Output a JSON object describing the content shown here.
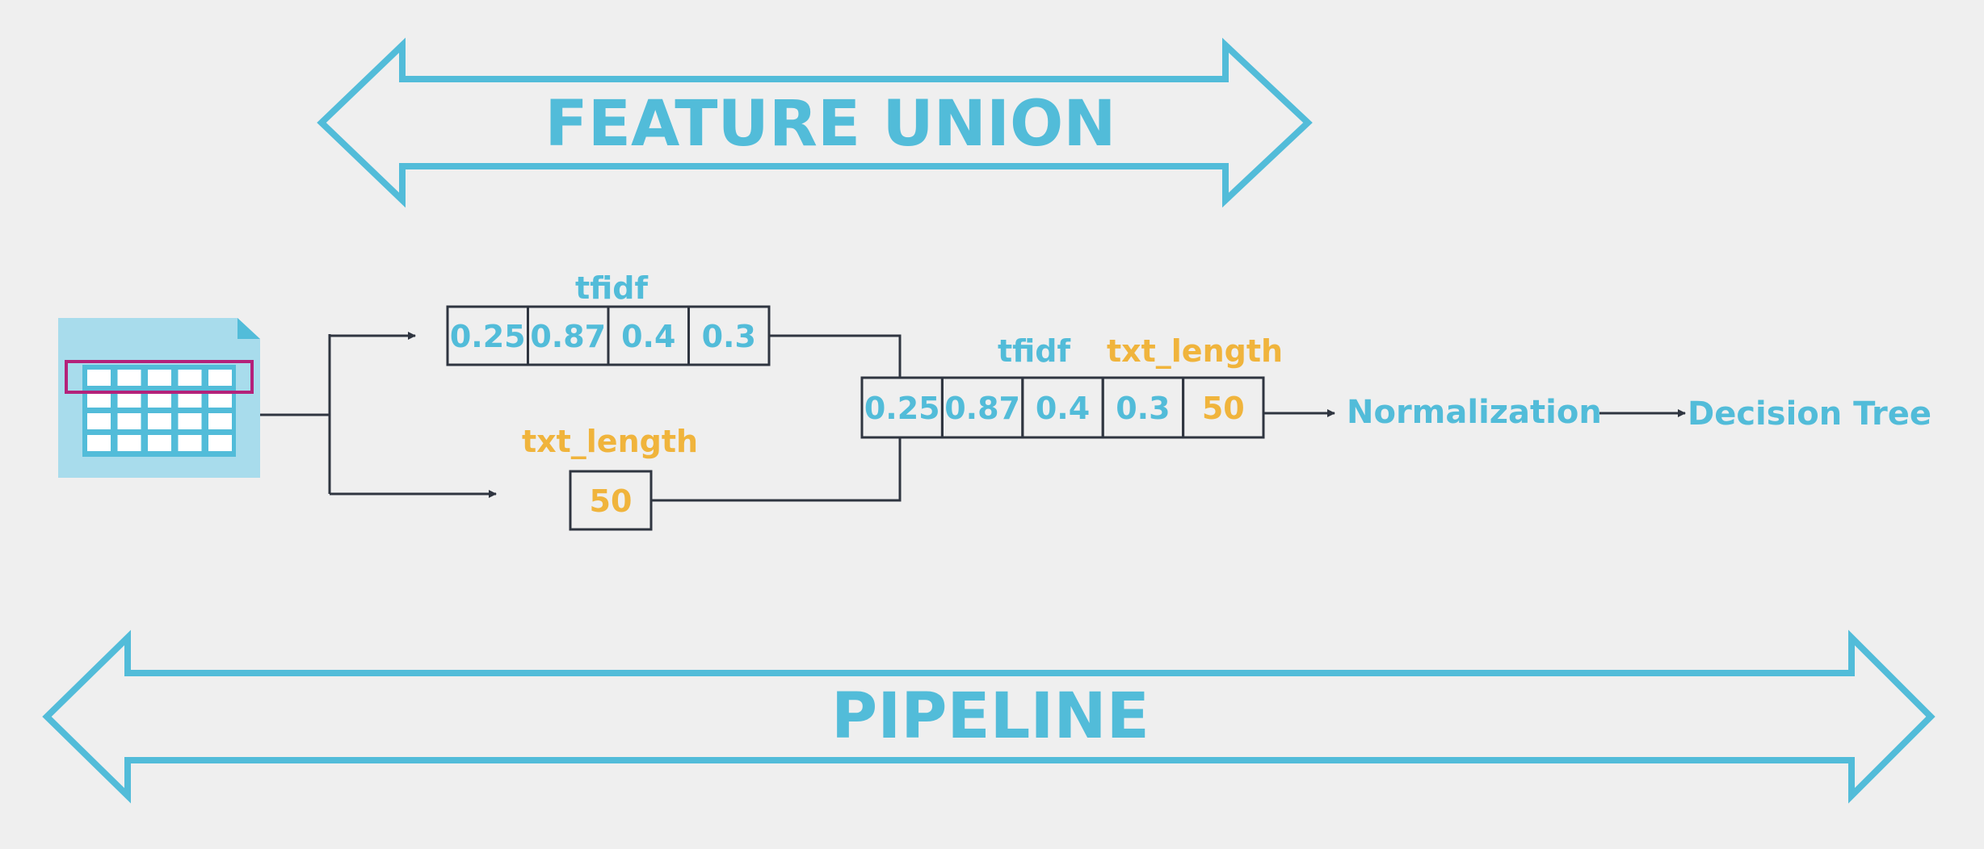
{
  "colors": {
    "background": "#efefef",
    "blue": "#52bcd9",
    "orange": "#f0b43c",
    "dark": "#2f3540",
    "doc_light": "#a8dcec",
    "doc_grid": "#52bcd9",
    "highlight": "#b4227a"
  },
  "feature_union": {
    "title": "FEATURE UNION"
  },
  "pipeline": {
    "title": "PIPELINE"
  },
  "source": {
    "icon": "spreadsheet-document-icon"
  },
  "tfidf_branch": {
    "label": "tfidf",
    "cells": [
      "0.25",
      "0.87",
      "0.4",
      "0.3"
    ]
  },
  "txt_length_branch": {
    "label": "txt_length",
    "cells": [
      "50"
    ]
  },
  "combined": {
    "tfidf_label": "tfidf",
    "txt_length_label": "txt_length",
    "cells": [
      {
        "value": "0.25",
        "color": "blue"
      },
      {
        "value": "0.87",
        "color": "blue"
      },
      {
        "value": "0.4",
        "color": "blue"
      },
      {
        "value": "0.3",
        "color": "blue"
      },
      {
        "value": "50",
        "color": "orange"
      }
    ]
  },
  "steps": {
    "normalization": "Normalization",
    "decision_tree": "Decision Tree"
  }
}
